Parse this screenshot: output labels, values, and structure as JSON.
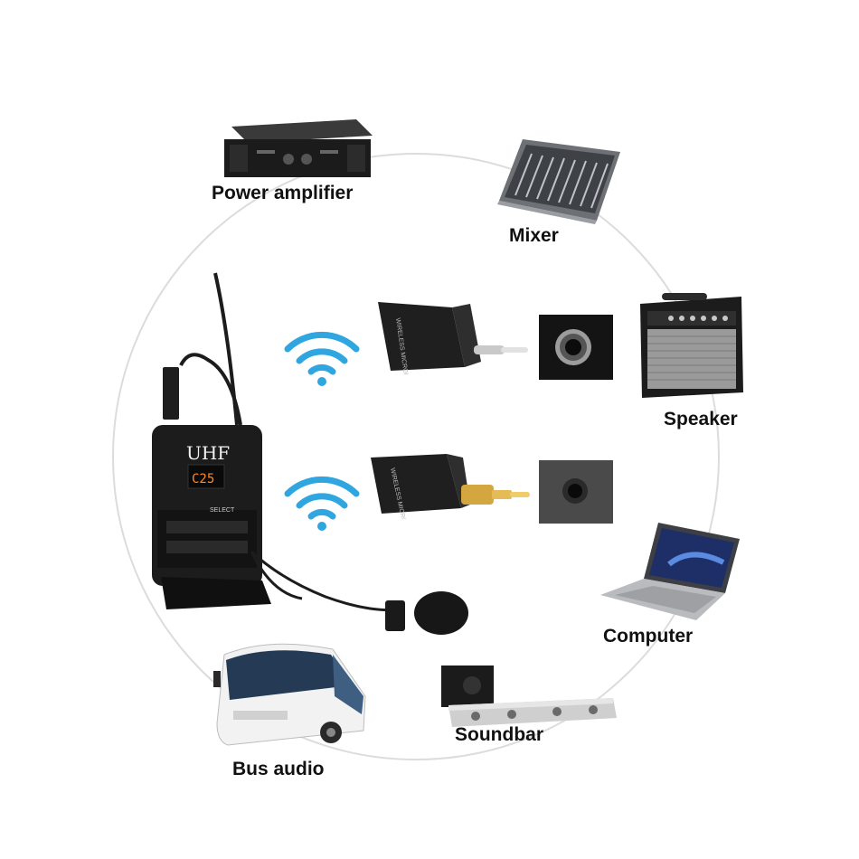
{
  "labels": {
    "power_amplifier": "Power amplifier",
    "mixer": "Mixer",
    "speaker": "Speaker",
    "computer": "Computer",
    "soundbar": "Soundbar",
    "bus_audio": "Bus audio"
  },
  "transmitter": {
    "brand": "UHF",
    "channel_display": "C25",
    "select_label": "SELECT"
  },
  "receiver": {
    "text": "WIRELESS MICROPHONE"
  },
  "icons": {
    "signal_top": "wifi-icon",
    "signal_bottom": "wifi-icon"
  },
  "colors": {
    "wifi": "#2fa6e0",
    "circle": "#d9d9d9",
    "label": "#111111",
    "device": "#1c1c1c"
  }
}
